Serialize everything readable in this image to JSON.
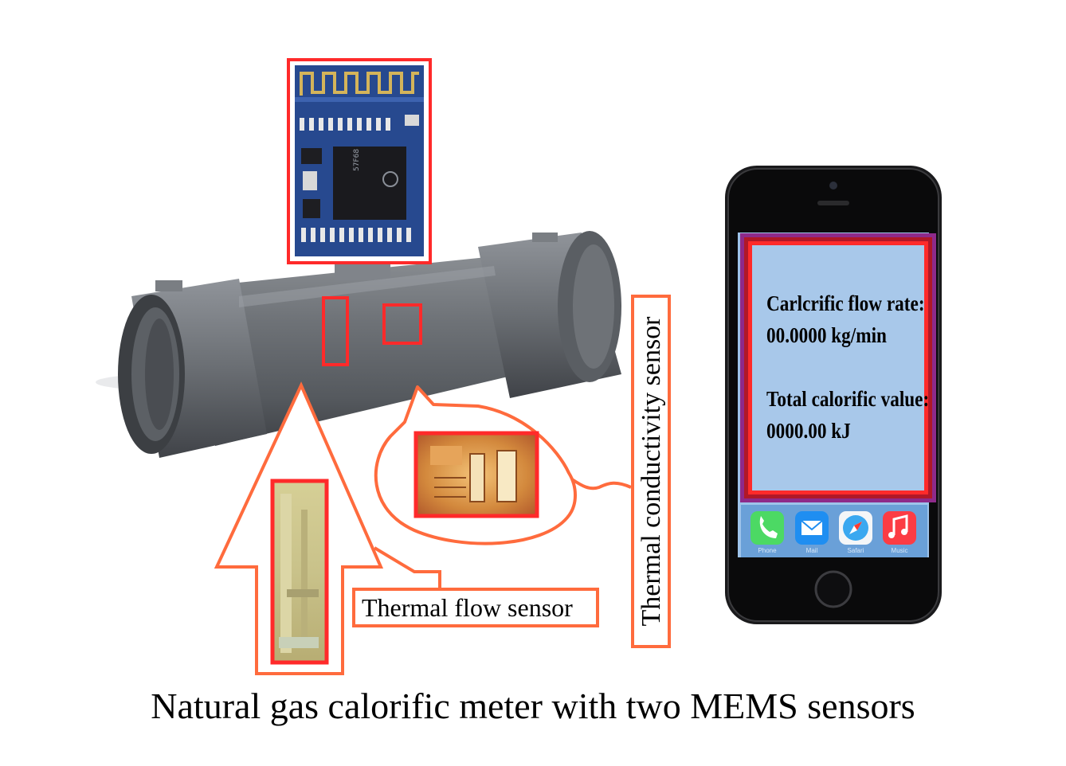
{
  "labels": {
    "thermal_flow_sensor": "Thermal flow sensor",
    "thermal_conductivity_sensor": "Thermal conductivity sensor"
  },
  "phone_screen": {
    "rate_title": "Carlcrific flow rate:",
    "rate_value": "00.0000 kg/min",
    "total_title": "Total calorific value:",
    "total_value": "0000.00 kJ"
  },
  "dock_apps": [
    {
      "name": "Phone",
      "icon": "phone-icon",
      "color": "#4cd964"
    },
    {
      "name": "Mail",
      "icon": "mail-icon",
      "color": "#1f8ef1"
    },
    {
      "name": "Safari",
      "icon": "compass-icon",
      "color": "#3aa8f0"
    },
    {
      "name": "Music",
      "icon": "music-note-icon",
      "color": "#fc3c44"
    }
  ],
  "caption": "Natural gas calorific meter with two MEMS sensors",
  "colors": {
    "highlight_red": "#ff2a2a",
    "callout_orange": "#ff6b3d",
    "pipe_gray": "#6f7378",
    "pcb_blue": "#27498f",
    "screen_bg": "#a8c8ea",
    "screen_frame_purple": "#8e2a8a"
  }
}
